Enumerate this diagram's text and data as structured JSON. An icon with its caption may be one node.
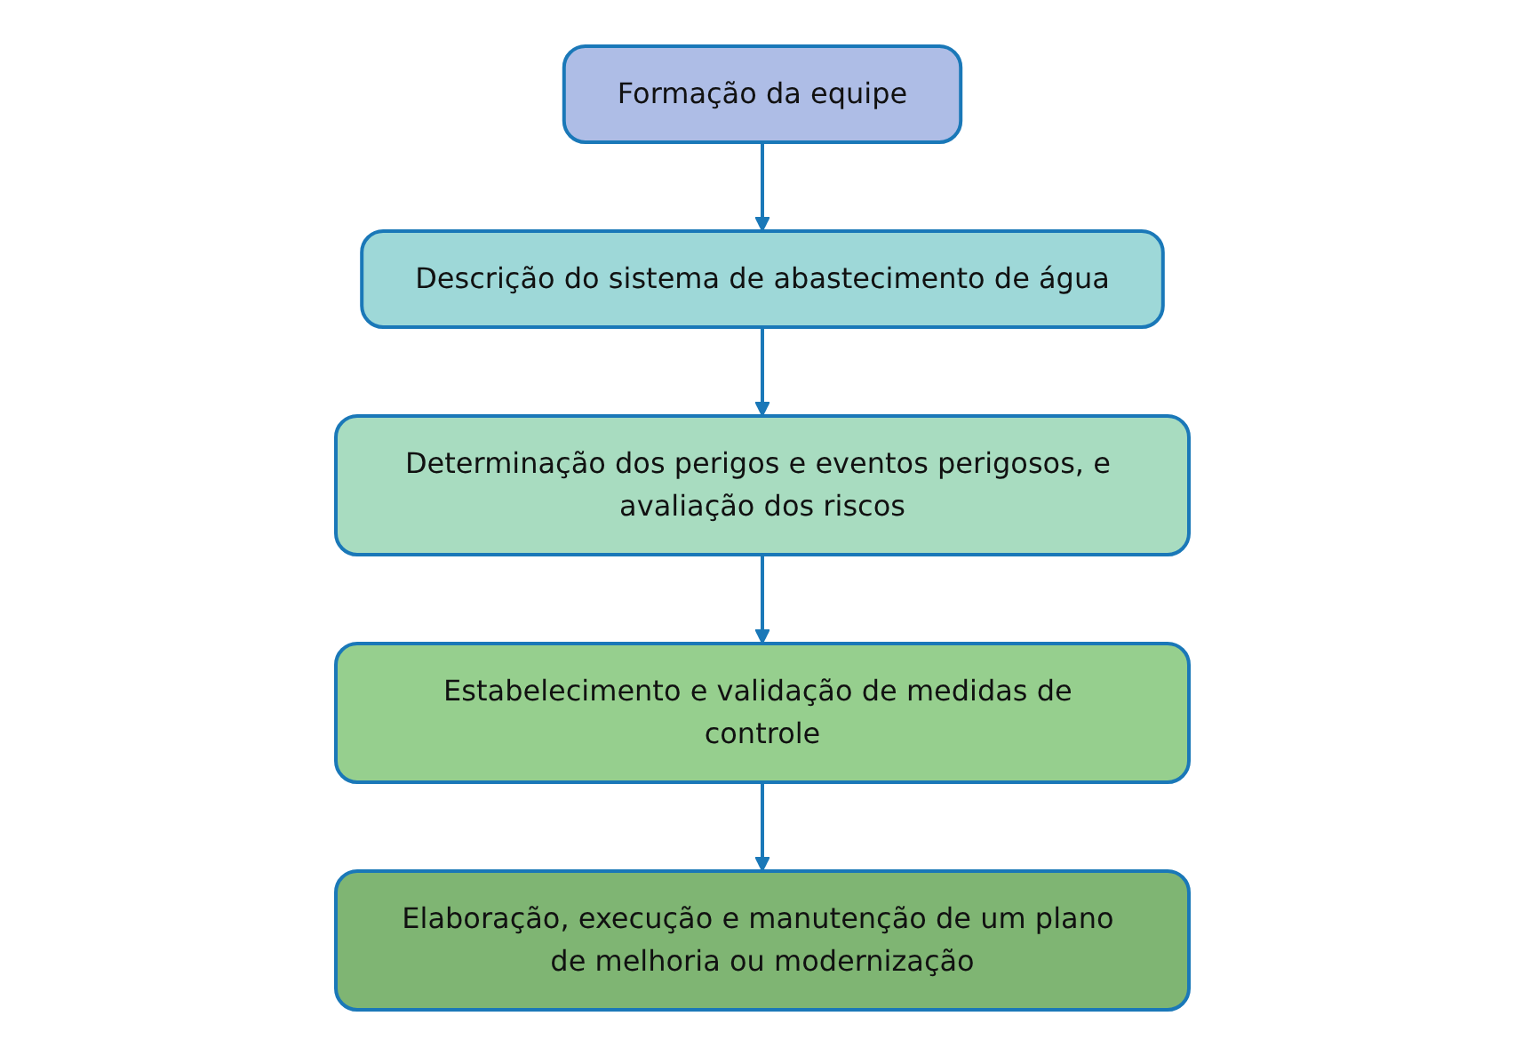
{
  "diagram": {
    "nodes": [
      {
        "text": [
          "Formação da equipe"
        ]
      },
      {
        "text": [
          "Descrição do sistema de abastecimento de água"
        ]
      },
      {
        "text": [
          "Determinação dos perigos e eventos perigosos, e avaliação dos riscos"
        ]
      },
      {
        "text": [
          "Estabelecimento e validação de medidas de controle"
        ]
      },
      {
        "text": [
          "Elaboração, execução e manutenção de um plano de melhoria ou modernização"
        ]
      }
    ],
    "edges": [
      {
        "from": 0,
        "to": 1,
        "arrow": "to"
      },
      {
        "from": 1,
        "to": 2,
        "arrow": "to"
      },
      {
        "from": 2,
        "to": 3,
        "arrow": "to"
      },
      {
        "from": 3,
        "to": 4,
        "arrow": "to"
      }
    ]
  }
}
